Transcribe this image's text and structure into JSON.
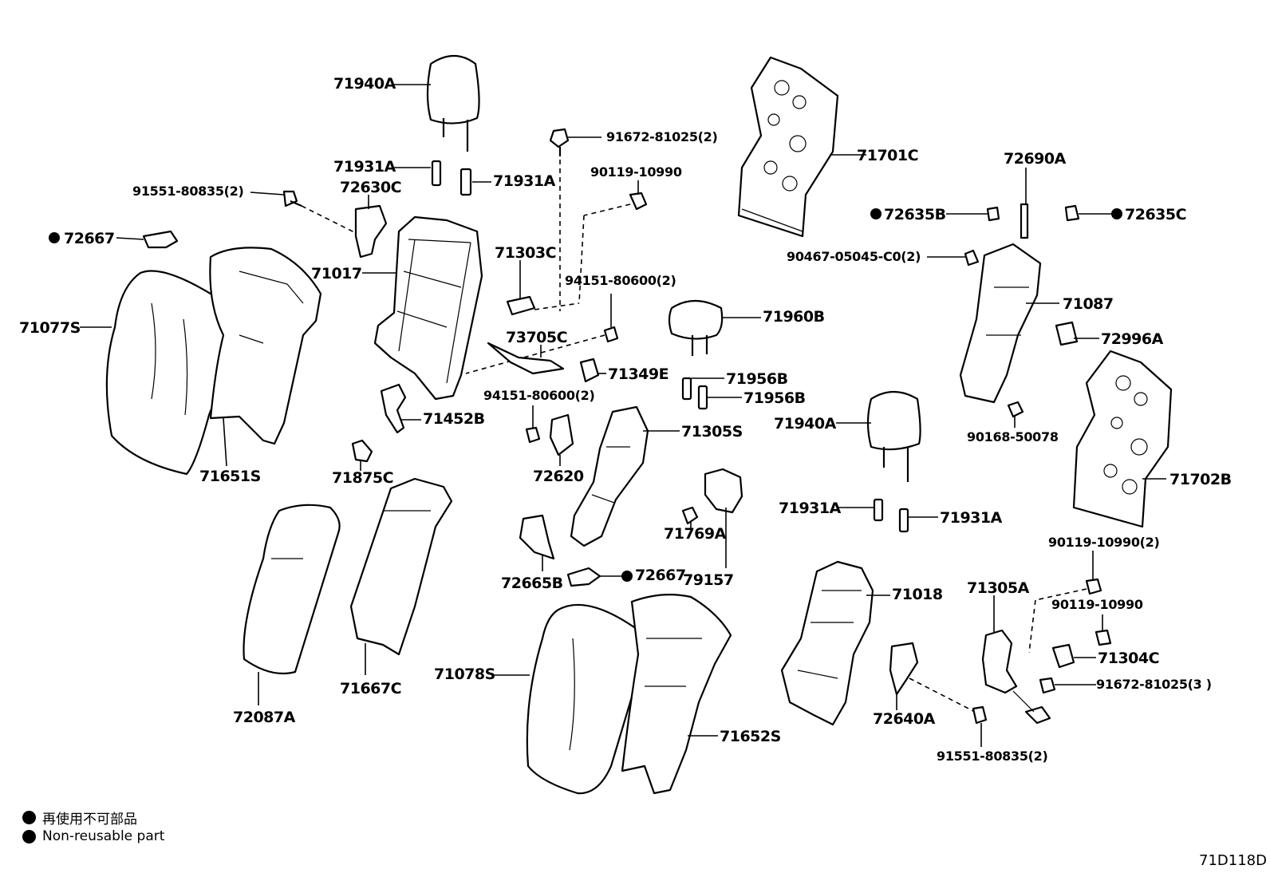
{
  "diagram_id": "71D118D",
  "legend": {
    "line1": "再使用不可部品",
    "line2": "Non-reusable part"
  },
  "labels": {
    "p71940A_top": "71940A",
    "p71931A_tl": "71931A",
    "p71931A_tr": "71931A",
    "p91551_top": "91551-80835(2)",
    "p72630C": "72630C",
    "p72667_top": "72667",
    "p71017": "71017",
    "p71077S": "71077S",
    "p71651S": "71651S",
    "p71452B": "71452B",
    "p71875C": "71875C",
    "p91672_top": "91672-81025(2)",
    "p90119_top": "90119-10990",
    "p71303C": "71303C",
    "p94151_top": "94151-80600(2)",
    "p73705C": "73705C",
    "p71349E": "71349E",
    "p94151_mid": "94151-80600(2)",
    "p72620": "72620",
    "p71305S": "71305S",
    "p71960B": "71960B",
    "p71956B_1": "71956B",
    "p71956B_2": "71956B",
    "p71701C": "71701C",
    "p72690A": "72690A",
    "p72635B": "72635B",
    "p72635C": "72635C",
    "p90467": "90467-05045-C0(2)",
    "p71087": "71087",
    "p72996A": "72996A",
    "p90168": "90168-50078",
    "p71702B": "71702B",
    "p71940A_mid": "71940A",
    "p71931A_ml": "71931A",
    "p71931A_mr": "71931A",
    "p71769A": "71769A",
    "p79157": "79157",
    "p72665B": "72665B",
    "p72667_mid": "72667",
    "p72087A": "72087A",
    "p71667C": "71667C",
    "p71078S": "71078S",
    "p71652S": "71652S",
    "p71018": "71018",
    "p90119_r2": "90119-10990(2)",
    "p71305A": "71305A",
    "p90119_r1": "90119-10990",
    "p71304C": "71304C",
    "p91672_r": "91672-81025(3 )",
    "p72640A": "72640A",
    "p91551_bot": "91551-80835(2)"
  }
}
